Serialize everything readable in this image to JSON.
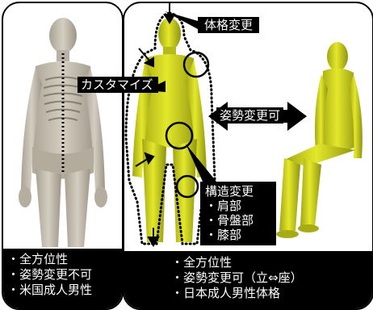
{
  "left_panel": {
    "caption": [
      "・全方位性",
      "・姿勢変更不可",
      "・米国成人男性"
    ]
  },
  "right_panel": {
    "caption": [
      "・全方位性",
      "・姿勢変更可（立⇔座）",
      "・日本成人男性体格"
    ]
  },
  "labels": {
    "body_size_change": "体格変更",
    "customize": "カスタマイズ",
    "posture_change_possible": "姿勢変更可",
    "structure_change": "構造変更",
    "structure_items": [
      "・肩部",
      "・骨盤部",
      "・膝部"
    ]
  },
  "colors": {
    "figure_yellow": "#d9de1f",
    "figure_shadow": "#9fa313",
    "skeleton_gray": "#c9c2b4",
    "label_bg": "#000000",
    "label_text": "#ffffff"
  },
  "icons": [
    "double-headed-arrow-icon",
    "circle-highlight-icon",
    "arrow-icon"
  ]
}
